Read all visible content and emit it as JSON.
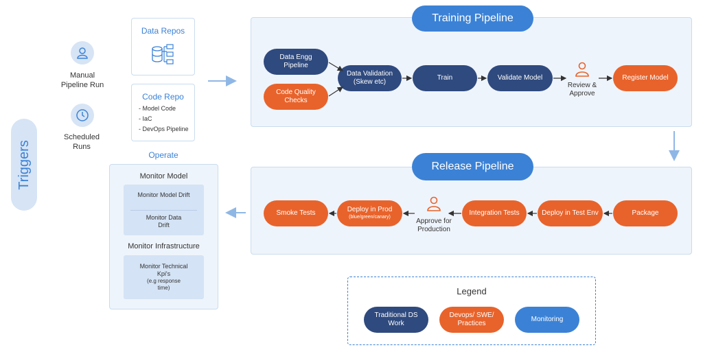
{
  "triggers": {
    "label": "Triggers",
    "manual": "Manual Pipeline Run",
    "scheduled": "Scheduled Runs"
  },
  "repos": {
    "data_repos": "Data Repos",
    "code_repo": "Code Repo",
    "code_items": [
      "- Model Code",
      "- IaC",
      "- DevOps Pipeline"
    ]
  },
  "training": {
    "title": "Training Pipeline",
    "data_engg": "Data Engg Pipeline",
    "code_quality": "Code Quality Checks",
    "data_validation": "Data Validation (Skew etc)",
    "train": "Train",
    "validate": "Validate Model",
    "review": "Review & Approve",
    "register": "Register Model"
  },
  "release": {
    "title": "Release Pipeline",
    "package": "Package",
    "deploy_test": "Deploy in Test Env",
    "integration": "Integration Tests",
    "approve": "Approve for Production",
    "deploy_prod": "Deploy in Prod",
    "deploy_prod_sub": "(blue/green/canary)",
    "smoke": "Smoke Tests"
  },
  "operate": {
    "title": "Operate",
    "monitor_model": "Monitor Model",
    "model_drift": "Monitor Model Drift",
    "data_drift": "Monitor Data Drift",
    "monitor_infra": "Monitor Infrastructure",
    "tech_kpi": "Monitor Technical Kpi's",
    "tech_kpi_sub": "(e.g response time)"
  },
  "legend": {
    "title": "Legend",
    "items": [
      "Traditional DS Work",
      "Devops/ SWE/ Practices",
      "Monitoring"
    ]
  },
  "colors": {
    "ds": "#2f4a7e",
    "devops": "#e8632b",
    "monitoring": "#3b82d6"
  }
}
